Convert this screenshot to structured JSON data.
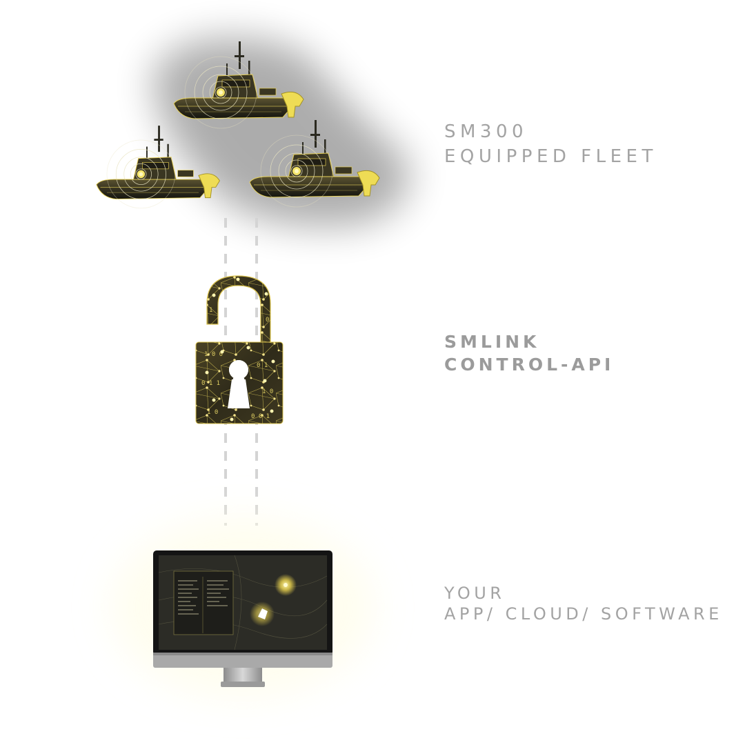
{
  "fleet": {
    "line1": "SM300",
    "line2": "EQUIPPED FLEET",
    "vessel_icon": "boat-icon"
  },
  "api": {
    "line1": "SMLINK",
    "line2": "CONTROL-API",
    "lock_icon": "unlocked-padlock-icon"
  },
  "app": {
    "line1": "YOUR",
    "line2": "APP/ CLOUD/ SOFTWARE",
    "monitor_icon": "desktop-monitor-icon"
  },
  "colors": {
    "label_text": "#a3a3a3",
    "accent_gold": "#e8d35a",
    "dark": "#2a2a22",
    "connector": "#d4d4d4"
  }
}
